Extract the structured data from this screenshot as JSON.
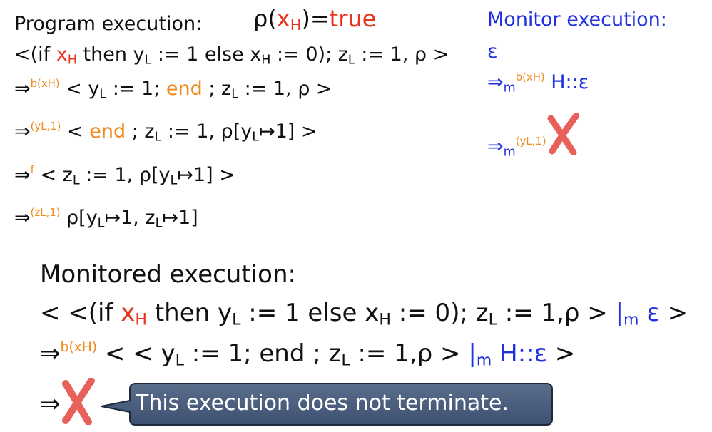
{
  "program": {
    "header": "Program execution:",
    "rho": "ρ(",
    "x_var": "x",
    "sub_H": "H",
    "rho_close": ")=",
    "true_val": "true",
    "line1": {
      "a": "<(if ",
      "x": "x",
      "x_sub": "H",
      "b": " then y",
      "y_sub": "L",
      "c": " := 1 else x",
      "x2_sub": "H",
      "d": " := 0); z",
      "z_sub": "L",
      "e": " := 1, ρ >"
    },
    "line2": {
      "arrow": "⇒",
      "label": "b(xH)",
      "a": " < y",
      "y_sub": "L",
      "b": " := 1; ",
      "end": "end",
      "c": " ; z",
      "z_sub": "L",
      "d": " := 1, ρ >"
    },
    "line3": {
      "arrow": "⇒",
      "label": "(yL,1)",
      "a": " < ",
      "end": "end",
      "b": " ; z",
      "z_sub": "L",
      "c": " := 1, ρ[y",
      "y_sub": "L",
      "d": "↦1] >"
    },
    "line4": {
      "arrow": "⇒",
      "label": "f",
      "a": " < z",
      "z_sub": "L",
      "b": " := 1, ρ[y",
      "y_sub": "L",
      "c": "↦1] >"
    },
    "line5": {
      "arrow": "⇒",
      "label": "(zL,1)",
      "a": " ρ[y",
      "y_sub": "L",
      "b": "↦1, z",
      "z_sub": "L",
      "c": "↦1]"
    }
  },
  "monitor": {
    "header": "Monitor execution:",
    "eps": "ε",
    "line2": {
      "arrow": "⇒",
      "sub": "m",
      "label": "b(xH)",
      "text": " H::ε"
    },
    "line3": {
      "arrow": "⇒",
      "sub": "m",
      "label": "(yL,1)"
    }
  },
  "monitored": {
    "header": "Monitored execution:",
    "line1": {
      "a": "< <(if ",
      "x": "x",
      "x_sub": "H",
      "b": " then y",
      "y_sub": "L",
      "c": " := 1 else x",
      "x2_sub": "H",
      "d": " := 0); z",
      "z_sub": "L",
      "e": " := 1,ρ > ",
      "bar": "|",
      "bar_sub": "m",
      "eps": " ε",
      "f": " >"
    },
    "line2": {
      "arrow": "⇒",
      "label": "b(xH)",
      "a": " < < y",
      "y_sub": "L",
      "b": " := 1; end ; z",
      "z_sub": "L",
      "c": " := 1,ρ > ",
      "bar": "|",
      "bar_sub": "m",
      "text": " H::ε",
      "d": " >"
    },
    "line3": {
      "arrow": "⇒"
    }
  },
  "callout": {
    "text": "This execution does not terminate."
  },
  "colors": {
    "blue": "#2233dd",
    "red": "#e8341c",
    "orange": "#f08a1c",
    "cross": "#e8605a",
    "callout_fill": "#4c5f7d"
  }
}
